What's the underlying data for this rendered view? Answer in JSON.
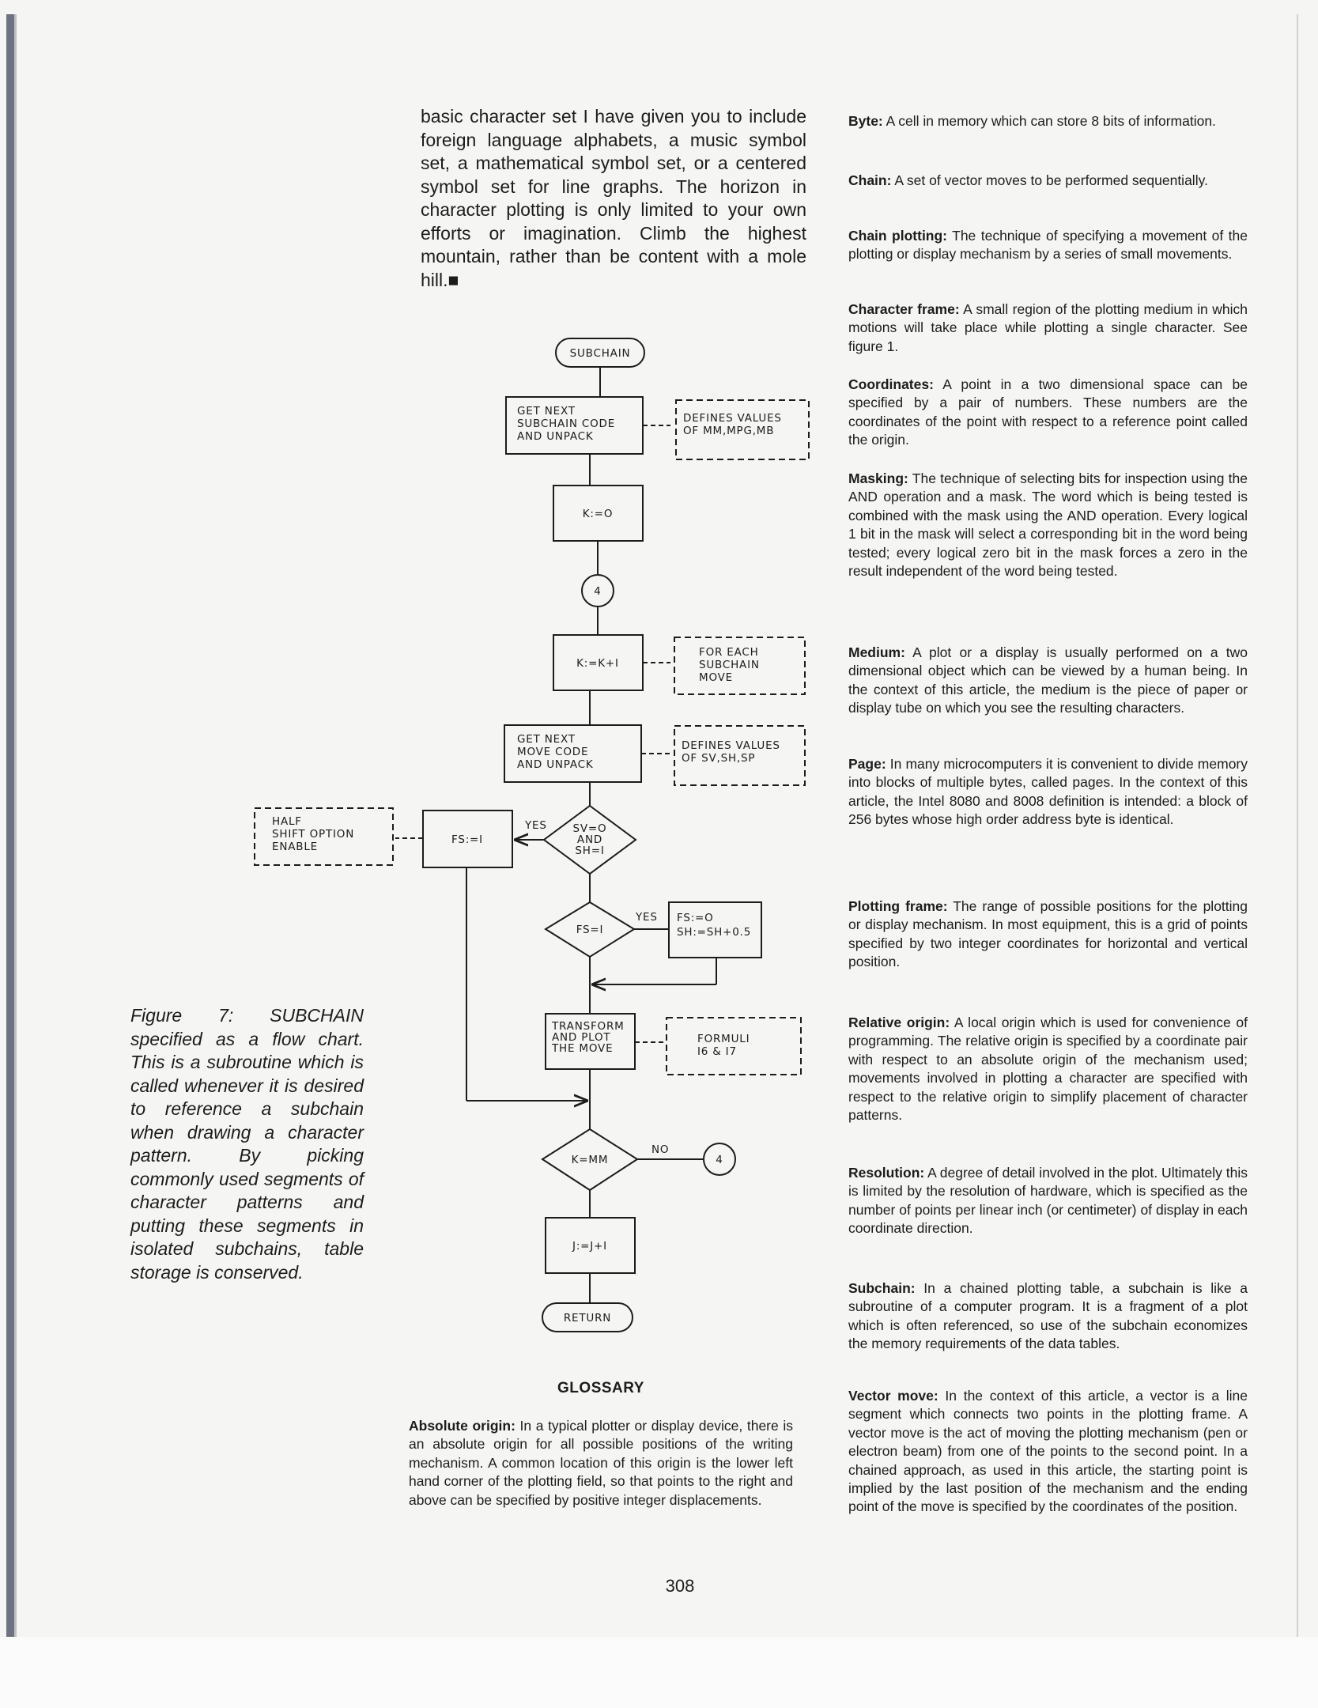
{
  "intro_text": "basic character set I have given you to include foreign language alphabets, a music symbol set, a mathematical symbol set, or a centered symbol set for line graphs. The horizon in character plotting is only limited to your own efforts or imagination. Climb the highest mountain, rather than be content with a mole hill.■",
  "flowchart": {
    "subchain": "SUBCHAIN",
    "get_next_subchain": [
      "GET NEXT",
      "SUBCHAIN CODE",
      "AND UNPACK"
    ],
    "defines_mm": [
      "DEFINES VALUES",
      "OF MM,MPG,MB"
    ],
    "k_zero": "K:=O",
    "connector_4": "4",
    "k_incr": "K:=K+I",
    "for_each": [
      "FOR EACH",
      "SUBCHAIN",
      "MOVE"
    ],
    "get_next_move": [
      "GET NEXT",
      "MOVE CODE",
      "AND UNPACK"
    ],
    "defines_sv": [
      "DEFINES VALUES",
      "OF SV,SH,SP"
    ],
    "half_shift": [
      "HALF",
      "SHIFT OPTION",
      "ENABLE"
    ],
    "fs_one": "FS:=I",
    "yes_1": "YES",
    "diamond_sv": [
      "SV=O",
      "AND",
      "SH=I"
    ],
    "diamond_fs": "FS=I",
    "yes_2": "YES",
    "fs_zero_box": [
      "FS:=O",
      "SH:=SH+0.5"
    ],
    "transform": [
      "TRANSFORM",
      "AND PLOT",
      "THE MOVE"
    ],
    "formuli": [
      "FORMULI",
      "I6 & I7"
    ],
    "diamond_k": "K=MM",
    "no": "NO",
    "connector_4b": "4",
    "j_incr": "J:=J+I",
    "return": "RETURN"
  },
  "caption": "Figure 7: SUBCHAIN specified as a flow chart. This is a subroutine which is called whenever it is desired to reference a subchain when drawing a character pattern. By picking commonly used segments of character patterns and putting these segments in isolated subchains, table storage is conserved.",
  "glossary_title": "GLOSSARY",
  "absolute_origin": {
    "term": "Absolute origin:",
    "text": " In a typical plotter or display device, there is an absolute origin for all possible positions of the writing mechanism. A common location of this origin is the lower left hand corner of the plotting field, so that points to the right and above can be specified by positive integer displacements."
  },
  "glossary": [
    {
      "term": "Byte:",
      "text": " A cell in memory which can store 8 bits of information."
    },
    {
      "term": "Chain:",
      "text": " A set of vector moves to be performed sequentially."
    },
    {
      "term": "Chain plotting:",
      "text": " The technique of specifying a movement of the plotting or display mechanism by a series of small movements."
    },
    {
      "term": "Character frame:",
      "text": " A small region of the plotting medium in which motions will take place while plotting a single character. See figure 1."
    },
    {
      "term": "Coordinates:",
      "text": " A point in a two dimensional space can be specified by a pair of numbers. These numbers are the coordinates of the point with respect to a reference point called the origin."
    },
    {
      "term": "Masking:",
      "text": " The technique of selecting bits for inspection using the AND operation and a mask. The word which is being tested is combined with the mask using the AND operation. Every logical 1 bit in the mask will select a corresponding bit in the word being tested; every logical zero bit in the mask forces a zero in the result independent of the word being tested."
    },
    {
      "term": "Medium:",
      "text": " A plot or a display is usually performed on a two dimensional object which can be viewed by a human being. In the context of this article, the medium is the piece of paper or display tube on which you see the resulting characters."
    },
    {
      "term": "Page:",
      "text": " In many microcomputers it is convenient to divide memory into blocks of multiple bytes, called pages. In the context of this article, the Intel 8080 and 8008 definition is intended: a block of 256 bytes whose high order address byte is identical."
    },
    {
      "term": "Plotting frame:",
      "text": " The range of possible positions for the plotting or display mechanism. In most equipment, this is a grid of points specified by two integer coordinates for horizontal and vertical position."
    },
    {
      "term": "Relative origin:",
      "text": " A local origin which is used for convenience of programming. The relative origin is specified by a coordinate pair with respect to an absolute origin of the mechanism used; movements involved in plotting a character are specified with respect to the relative origin to simplify placement of character patterns."
    },
    {
      "term": "Resolution:",
      "text": " A degree of detail involved in the plot. Ultimately this is limited by the resolution of hardware, which is specified as the number of points per linear inch (or centimeter) of display in each coordinate direction."
    },
    {
      "term": "Subchain:",
      "text": " In a chained plotting table, a subchain is like a subroutine of a computer program. It is a fragment of a plot which is often referenced, so use of the subchain economizes the memory requirements of the data tables."
    },
    {
      "term": "Vector move:",
      "text": " In the context of this article, a vector is a line segment which connects two points in the plotting frame. A vector move is the act of moving the plotting mechanism (pen or electron beam) from one of the points to the second point. In a chained approach, as used in this article, the starting point is implied by the last position of the mechanism and the ending point of the move is specified by the coordinates of the position."
    }
  ],
  "page_number": "308"
}
